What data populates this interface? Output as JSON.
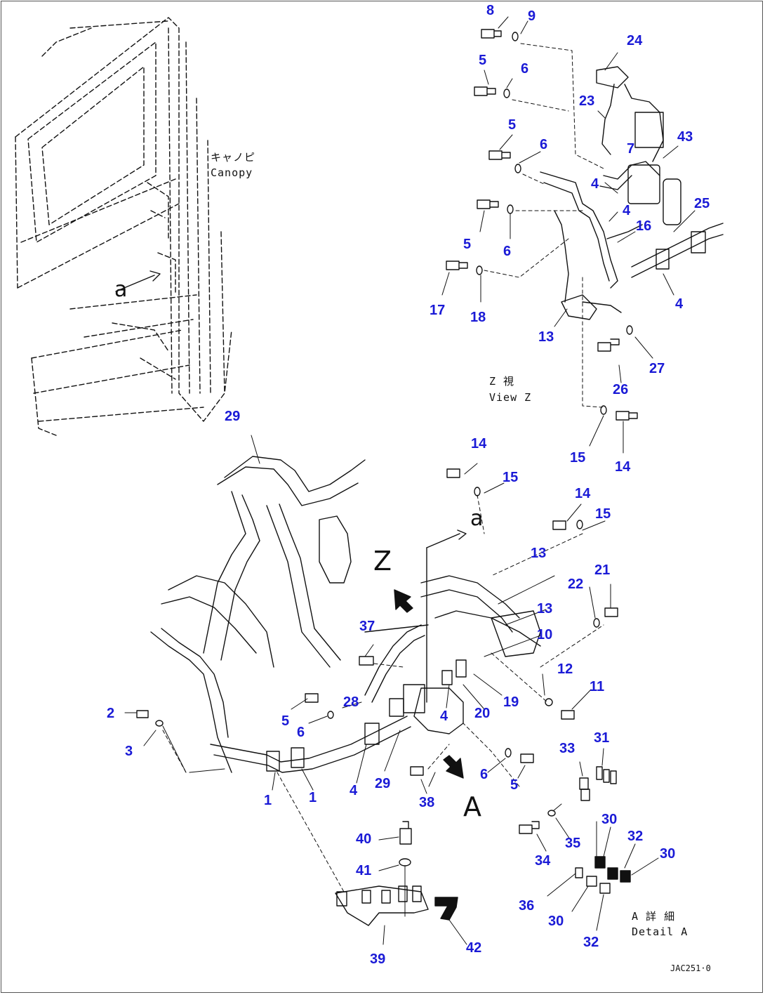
{
  "canopy": {
    "jp": "キャノピ",
    "en": "Canopy"
  },
  "view_z": {
    "jp": "Z 視",
    "en": "View Z"
  },
  "detail_a": {
    "jp": "A 詳 細",
    "en": "Detail A"
  },
  "letters": {
    "a_top": "a",
    "a_mid": "a",
    "z": "Z",
    "a_big": "A"
  },
  "drawing_code": "JAC251·0",
  "callouts": {
    "c8": "8",
    "c9": "9",
    "c24": "24",
    "c5a": "5",
    "c6a": "6",
    "c23": "23",
    "c5b": "5",
    "c6b": "6",
    "c7": "7",
    "c43": "43",
    "c4a": "4",
    "c4b": "4",
    "c25": "25",
    "c16": "16",
    "c5c": "5",
    "c6c": "6",
    "c4c": "4",
    "c17": "17",
    "c18": "18",
    "c13a": "13",
    "c26": "26",
    "c27": "27",
    "c15a": "15",
    "c14a": "14",
    "c29a": "29",
    "c14b": "14",
    "c15b": "15",
    "c14c": "14",
    "c15c": "15",
    "c13b": "13",
    "c13c": "13",
    "c22": "22",
    "c21": "21",
    "c37": "37",
    "c10": "10",
    "c12": "12",
    "c11": "11",
    "c2": "2",
    "c28": "28",
    "c5d": "5",
    "c6d": "6",
    "c4d": "4",
    "c20": "20",
    "c19": "19",
    "c3": "3",
    "c1a": "1",
    "c1b": "1",
    "c4e": "4",
    "c29b": "29",
    "c38": "38",
    "c6e": "6",
    "c5e": "5",
    "c33": "33",
    "c31": "31",
    "c30a": "30",
    "c32a": "32",
    "c30b": "30",
    "c35": "35",
    "c34": "34",
    "c40": "40",
    "c41": "41",
    "c36": "36",
    "c30c": "30",
    "c32b": "32",
    "c39": "39",
    "c42": "42"
  }
}
